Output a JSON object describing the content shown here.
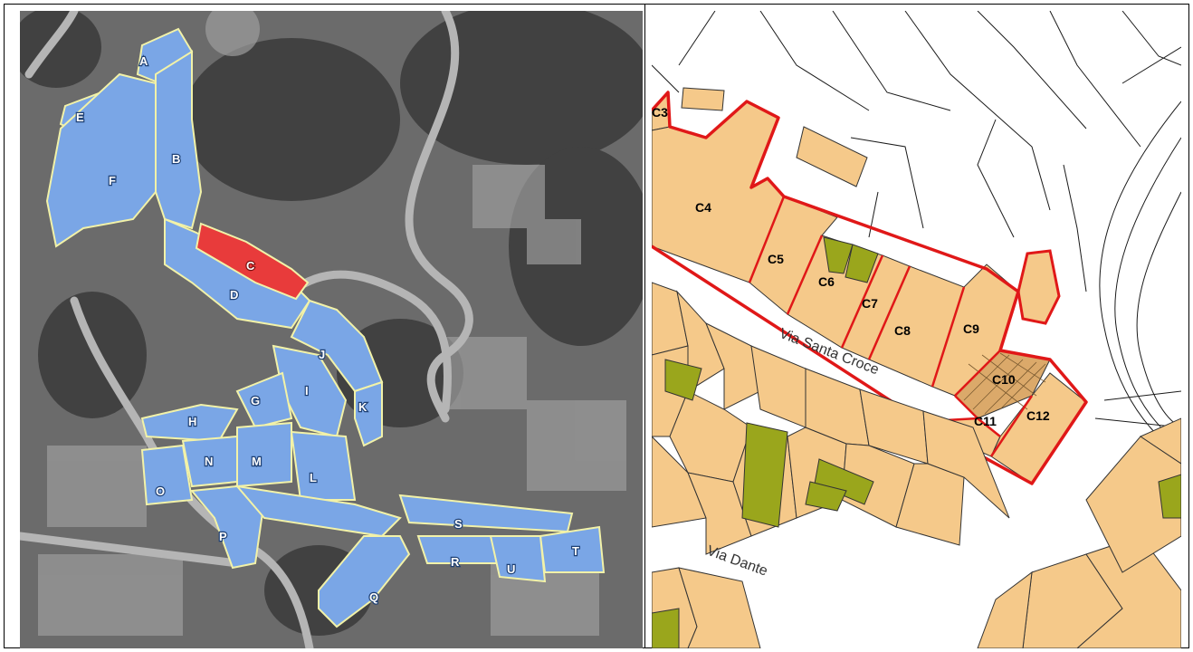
{
  "left_map": {
    "block_labels": [
      "A",
      "B",
      "C",
      "D",
      "E",
      "F",
      "G",
      "H",
      "I",
      "J",
      "K",
      "L",
      "M",
      "N",
      "O",
      "P",
      "Q",
      "R",
      "S",
      "T",
      "U"
    ],
    "highlighted_block": "C",
    "colors": {
      "blocks": "#7aa6e6",
      "block_outline": "#f2f2a8",
      "highlight": "#e83b3b",
      "imagery": "#6e6e6e"
    }
  },
  "right_map": {
    "parcel_labels": [
      "C3",
      "C4",
      "C5",
      "C6",
      "C7",
      "C8",
      "C9",
      "C10",
      "C11",
      "C12"
    ],
    "street_labels": {
      "santa_croce": "Via Santa Croce",
      "dante": "Via Dante"
    },
    "colors": {
      "parcel": "#f5c98a",
      "parcel_outline": "#333333",
      "highlight_outline": "#e01818",
      "green_parcel": "#9aa61c",
      "background": "#ffffff"
    }
  }
}
